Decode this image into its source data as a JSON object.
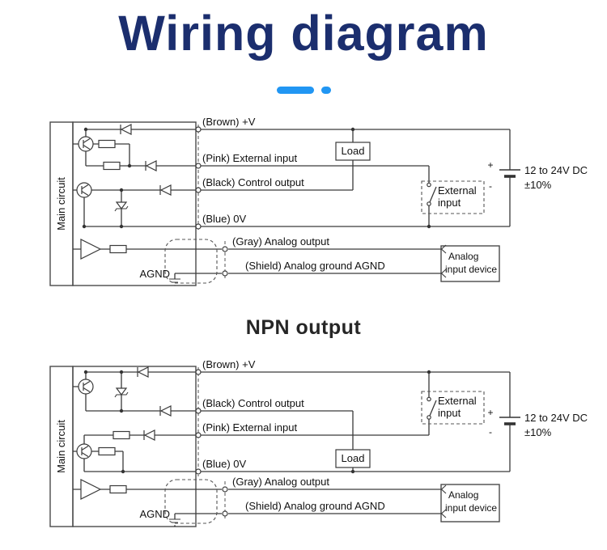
{
  "page": {
    "title": "Wiring diagram",
    "section_label": "NPN output"
  },
  "colors": {
    "title": "#1b2e6e",
    "accent": "#2196f3",
    "wire": "#3a3a3a"
  },
  "labels": {
    "main_circuit": "Main circuit",
    "wire_brown": "(Brown) +V",
    "wire_pink": "(Pink) External input",
    "wire_black": "(Black) Control output",
    "wire_blue": "(Blue) 0V",
    "wire_gray": "(Gray) Analog output",
    "wire_shield": "(Shield) Analog ground AGND",
    "load": "Load",
    "external_input_line1": "External",
    "external_input_line2": "input",
    "power_line1": "12 to 24V DC",
    "power_line2": "±10%",
    "plus": "+",
    "minus": "-",
    "agnd": "AGND",
    "analog_device_line1": "Analog",
    "analog_device_line2": "input device"
  }
}
